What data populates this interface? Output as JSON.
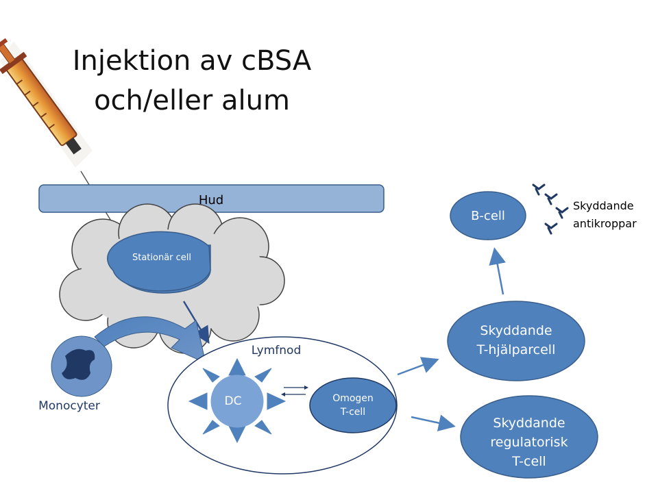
{
  "title": {
    "line1": "Injektion av cBSA",
    "line2": "och/eller alum"
  },
  "labels": {
    "skin": "Hud",
    "stationary_cell": "Stationär cell",
    "monocytes": "Monocyter",
    "lymph_node": "Lymfnod",
    "dc": "DC",
    "naive_t_cell_line1": "Omogen",
    "naive_t_cell_line2": "T-cell",
    "t_helper_line1": "Skyddande",
    "t_helper_line2": "T-hjälparcell",
    "treg_line1": "Skyddande",
    "treg_line2": "regulatorisk",
    "treg_line3": "T-cell",
    "b_cell": "B-cell",
    "antibodies_line1": "Skyddande",
    "antibodies_line2": "antikroppar"
  },
  "colors": {
    "cell_blue": "#4f81bd",
    "cell_stroke": "#385d8a",
    "skin_fill": "#95b3d7",
    "cloud_fill": "#d9d9d9",
    "dc_fill": "#7ba3d6",
    "monocyte_fill": "#6f95c8",
    "nucleus_fill": "#1f3864",
    "syringe_orange": "#e8a040"
  }
}
